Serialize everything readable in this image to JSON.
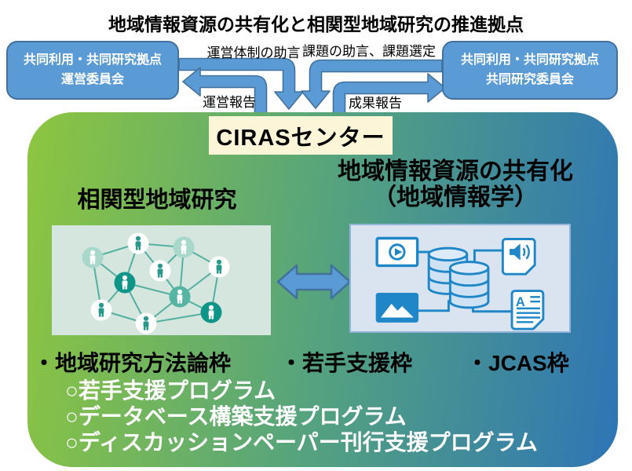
{
  "page_title": "地域情報資源の共有化と相関型地域研究の推進拠点",
  "committees": {
    "left": {
      "line1": "共同利用・共同研究拠点",
      "line2": "運営委員会"
    },
    "right": {
      "line1": "共同利用・共同研究拠点",
      "line2": "共同研究委員会"
    }
  },
  "flow_labels": {
    "advice_management": "運営体制の助言",
    "advice_topics": "課題の助言、課題選定",
    "report_management": "運営報告",
    "report_results": "成果報告"
  },
  "center_box": {
    "label": "CIRASセンター"
  },
  "sections": {
    "left": {
      "title": "相関型地域研究"
    },
    "right": {
      "title": "地域情報資源の共有化",
      "subtitle": "（地域情報学）"
    }
  },
  "framework_items": [
    {
      "label": "・地域研究方法論枠"
    },
    {
      "label": "・若手支援枠"
    },
    {
      "label": "・JCAS枠"
    }
  ],
  "program_items": [
    {
      "label": "○若手支援プログラム"
    },
    {
      "label": "○データベース構築支援プログラム"
    },
    {
      "label": "○ディスカッションペーパー刊行支援プログラム"
    }
  ],
  "icons": {
    "document_letter": "A",
    "names": [
      "people-network-illustration",
      "video-icon",
      "image-icon",
      "database-icon",
      "audio-file-icon",
      "document-file-icon",
      "double-arrow-icon",
      "elbow-arrow-icon"
    ]
  },
  "colors": {
    "arrow_fill": "#5b9bd5",
    "arrow_border": "#41719c",
    "committee_fill": "#5b9bd5",
    "gradient_green": "#8dc63f",
    "gradient_blue": "#2e75b6",
    "center_box_fill": "#fdf5d7",
    "network_teal": "#27988a",
    "media_blue": "#1f87c8"
  }
}
